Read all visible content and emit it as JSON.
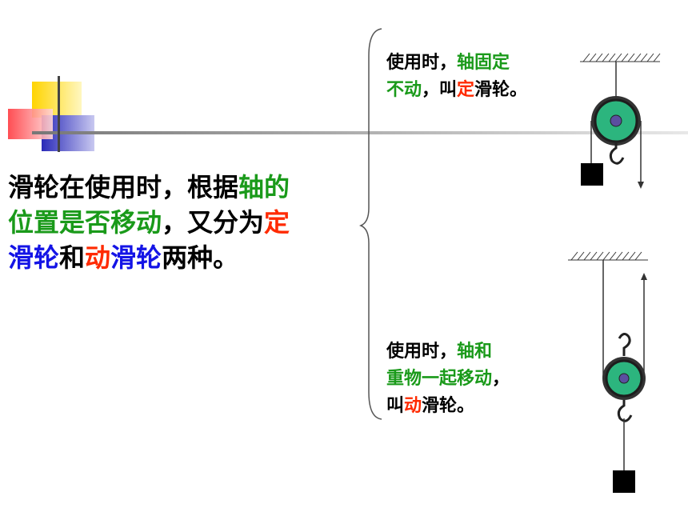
{
  "main": {
    "t1": "滑轮在使用时，根据",
    "t2": "轴的",
    "t3": "位置是否移动",
    "t4": "，又分为",
    "t5": "定",
    "t6": "滑轮",
    "t7": "和",
    "t8": "动",
    "t9": "滑轮",
    "t10": "两种。"
  },
  "fixed": {
    "t1": "使用时，",
    "t2": "轴固定",
    "t3": "不动",
    "t4": "，叫",
    "t5": "定",
    "t6": "滑轮。"
  },
  "movable": {
    "t1": "使用时，",
    "t2": "轴和",
    "t3": "重物一起移动",
    "t4": "，",
    "t5": "叫",
    "t6": "动",
    "t7": "滑轮。"
  },
  "colors": {
    "green": "#1a9a1a",
    "red": "#ff2a00",
    "blue": "#1414e6",
    "pulley_fill": "#2cb57e",
    "axle": "#5b4fa0"
  }
}
